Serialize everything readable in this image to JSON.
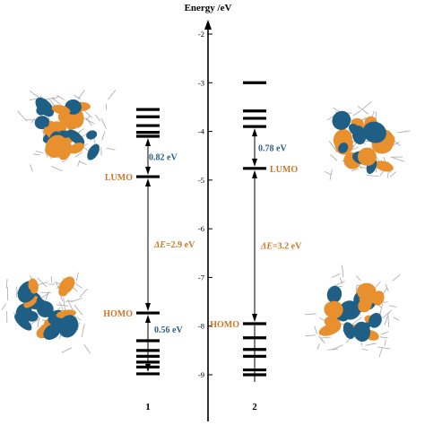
{
  "axis": {
    "title": "Energy /eV",
    "ticks": [
      "-2",
      "-3",
      "-4",
      "-5",
      "-6",
      "-7",
      "-8",
      "-9"
    ],
    "min": -9.75,
    "max": -1.55
  },
  "colors": {
    "level": "#000000",
    "orange_text": "#c8782a",
    "blue_text": "#2d5f87",
    "orbital_orange": "#e8902e",
    "orbital_blue": "#1f5f86",
    "skeleton": "#a8a8a8"
  },
  "complexes": [
    {
      "label": "1",
      "unoccupied_levels": [
        -3.55,
        -3.7,
        -3.88,
        -4.02,
        -4.1
      ],
      "lumo": -4.93,
      "homo": -7.73,
      "occupied_levels": [
        -8.3,
        -8.5,
        -8.62,
        -8.74,
        -8.84,
        -8.98
      ],
      "lumo_gap_text": "0.82 eV",
      "gap_text_prefix": "ΔE",
      "gap_text_value": "=2.9 eV",
      "homo_gap_text": "0.56 eV",
      "lumo_label": "LUMO",
      "homo_label": "HOMO"
    },
    {
      "label": "2",
      "unoccupied_levels": [
        -3.0,
        -3.58,
        -3.73,
        -3.9
      ],
      "lumo": -4.76,
      "homo": -7.95,
      "occupied_levels": [
        -8.24,
        -8.48,
        -8.62,
        -8.9,
        -9.0
      ],
      "lumo_gap_text": "0.78 eV",
      "gap_text_prefix": "ΔE",
      "gap_text_value": "=3.2 eV",
      "homo_gap_text": "",
      "lumo_label": "LUMO",
      "homo_label": "HOMO"
    }
  ]
}
